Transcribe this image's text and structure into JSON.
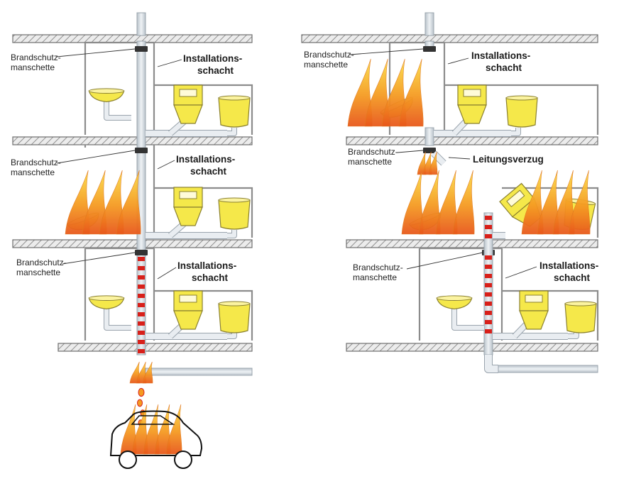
{
  "labels": {
    "sleeve": [
      "Brandschutz-",
      "manschette"
    ],
    "shaft": [
      "Installations-",
      "schacht"
    ],
    "offset": "Leitungsverzug"
  },
  "colors": {
    "slab_fill": "#e6e6e6",
    "slab_hatch": "#8a8a8a",
    "shaft_wall": "#8c8c8c",
    "pipe_fill": "#dde3e8",
    "pipe_stroke": "#9aa4ad",
    "fixture_yellow": "#f5e84a",
    "fixture_stroke": "#8a8030",
    "flame_outer": "#f7c530",
    "flame_inner": "#e8581c",
    "heated_pipe_red": "#d8201a",
    "sleeve_dark": "#333333"
  }
}
